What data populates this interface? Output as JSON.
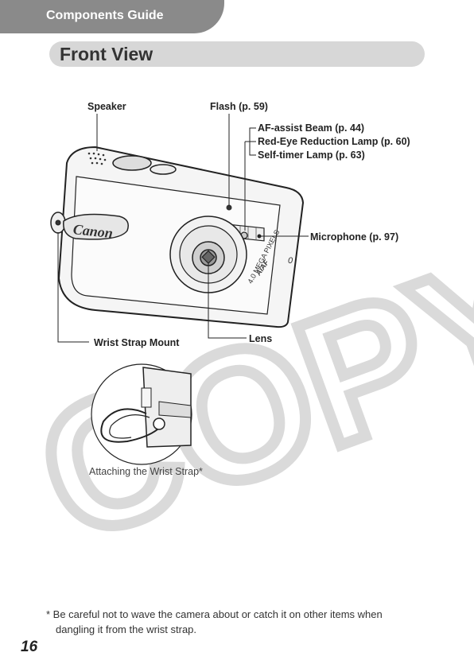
{
  "header": {
    "section_title": "Components Guide"
  },
  "heading": {
    "title": "Front View"
  },
  "callouts": {
    "speaker": "Speaker",
    "flash": "Flash (p. 59)",
    "af_assist": "AF-assist Beam (p. 44)",
    "red_eye": "Red-Eye Reduction Lamp (p. 60)",
    "self_timer": "Self-timer Lamp (p. 63)",
    "microphone": "Microphone (p. 97)",
    "wrist_strap_mount": "Wrist Strap Mount",
    "lens": "Lens"
  },
  "camera": {
    "brand": "Canon",
    "lens_ring_text": "4.0 MEGA PIXELS",
    "aiaf_mark": "AiAF"
  },
  "inset": {
    "caption": "Attaching the Wrist Strap*"
  },
  "watermark": "COPY",
  "footnote": {
    "line1": "* Be careful not to wave the camera about or catch it on other items when",
    "line2": "dangling it from the wrist strap."
  },
  "page_number": "16"
}
